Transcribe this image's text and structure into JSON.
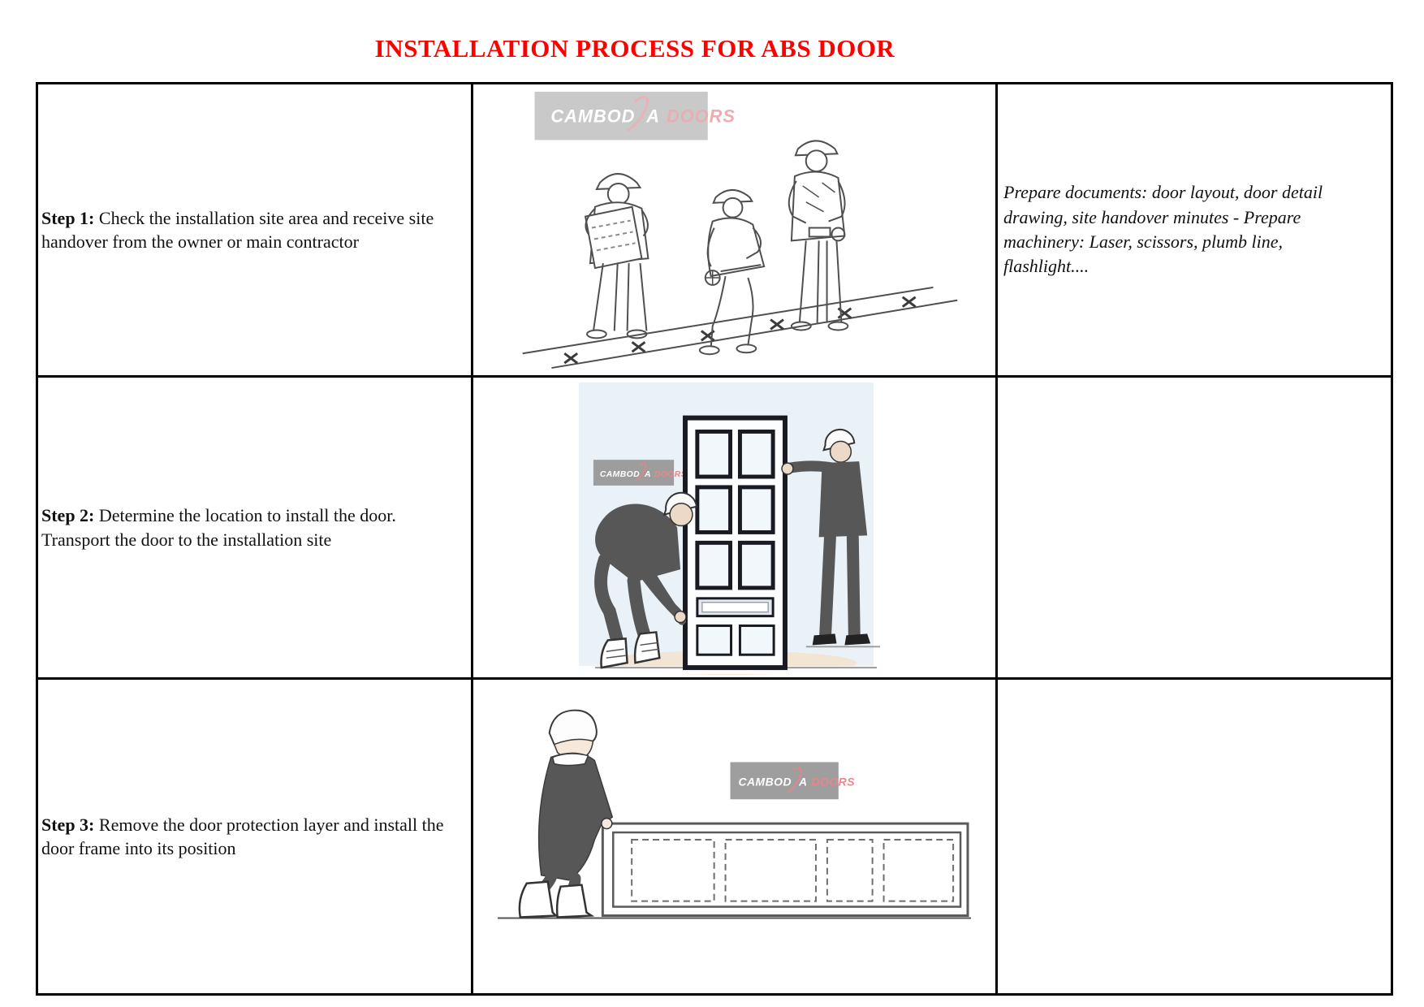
{
  "page": {
    "title": "INSTALLATION PROCESS FOR ABS DOOR"
  },
  "logo": {
    "part1": "CAMBOD",
    "part2": "A",
    "part3": "DOORS"
  },
  "colors": {
    "title_red": "#ff0000",
    "table_border": "#000000",
    "logo_bg_light": "#c9c9c9",
    "logo_bg_dark": "#9d9d9d",
    "logo_text_white": "#ffffff",
    "logo_doors_pink": "#e9868d",
    "logo_swoosh_red": "#e0868c",
    "room_background_blue": "#eaf2f8",
    "line_art_gray": "#4f4f4f"
  },
  "illustrations": {
    "step1": "workers-site-inspection-drawing",
    "step2": "two-workers-carrying-door-drawing",
    "step3": "worker-installing-door-frame-drawing"
  },
  "rows": [
    {
      "step_label": "Step 1:",
      "step_text": " Check the installation site area and receive site handover from the owner or main contractor",
      "note": "Prepare documents: door layout, door detail drawing, site handover minutes - Prepare machinery: Laser, scissors, plumb line, flashlight...."
    },
    {
      "step_label": "Step 2:",
      "step_text": " Determine the location to install the door. Transport the door to the installation site",
      "note": ""
    },
    {
      "step_label": "Step 3:",
      "step_text": " Remove the door protection layer and install the door frame into its position",
      "note": ""
    }
  ]
}
